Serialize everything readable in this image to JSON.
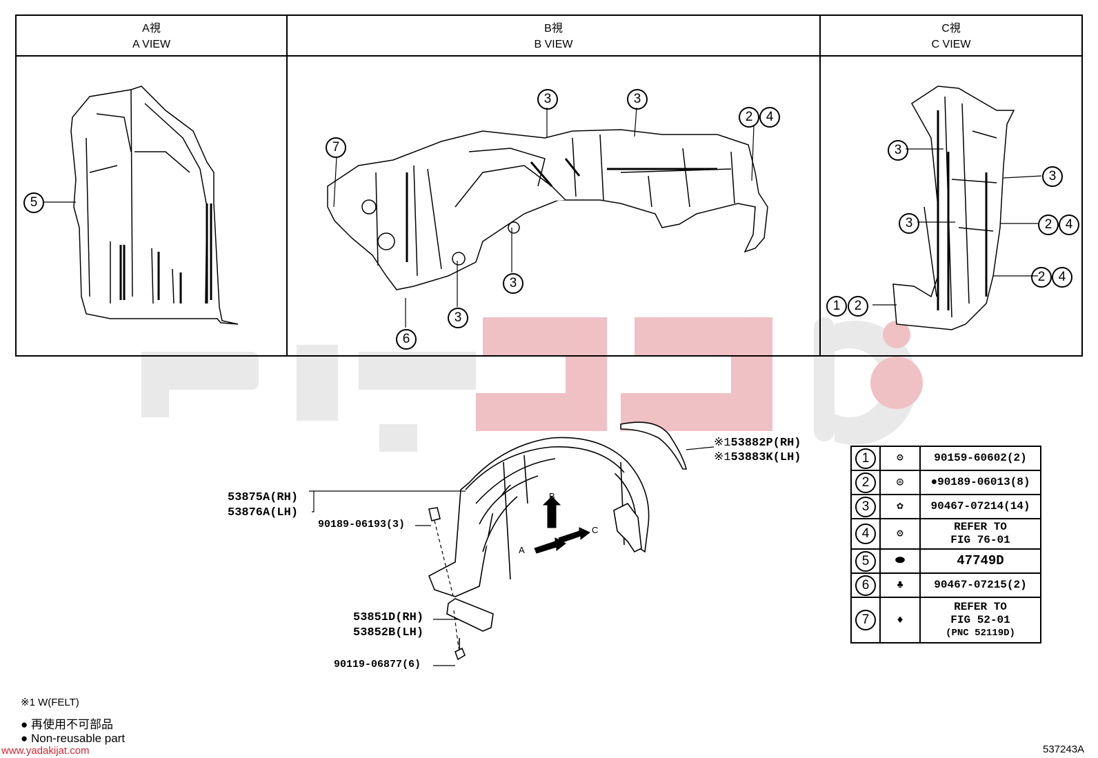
{
  "views": [
    {
      "jp": "A視",
      "en": "A VIEW"
    },
    {
      "jp": "B視",
      "en": "B VIEW"
    },
    {
      "jp": "C視",
      "en": "C VIEW"
    }
  ],
  "callouts": {
    "c1": "1",
    "c2": "2",
    "c3": "3",
    "c4": "4",
    "c5": "5",
    "c6": "6",
    "c7": "7"
  },
  "direction_labels": {
    "a": "A",
    "b": "B",
    "c": "C"
  },
  "parts": {
    "liner_rh": "53875A(RH)",
    "liner_lh": "53876A(LH)",
    "clip": "90189-06193(3)",
    "felt_rh": "53882P(RH)",
    "felt_lh": "53883K(LH)",
    "felt_mark": "※1",
    "shield_rh": "53851D(RH)",
    "shield_lh": "53852B(LH)",
    "bolt": "90119-06877(6)"
  },
  "legend": [
    {
      "no": "1",
      "text": [
        "90159-60602(2)"
      ]
    },
    {
      "no": "2",
      "text": [
        "●90189-06013(8)"
      ]
    },
    {
      "no": "3",
      "text": [
        "90467-07214(14)"
      ]
    },
    {
      "no": "4",
      "text": [
        "REFER TO",
        "FIG 76-01"
      ]
    },
    {
      "no": "5",
      "text": [
        "47749D"
      ]
    },
    {
      "no": "6",
      "text": [
        "90467-07215(2)"
      ]
    },
    {
      "no": "7",
      "text": [
        "REFER TO",
        "FIG 52-01",
        "(PNC 52119D)"
      ]
    }
  ],
  "notes": {
    "felt": "※1 W(FELT)",
    "jp_nonreusable": "● 再使用不可部品",
    "en_nonreusable": "● Non-reusable part"
  },
  "watermark_url": "www.yadakijat.com",
  "figure_id": "537243A",
  "colors": {
    "watermark_red": "#e8b3b8",
    "watermark_gray": "#e6e6e6",
    "url_red": "#d6262f"
  }
}
